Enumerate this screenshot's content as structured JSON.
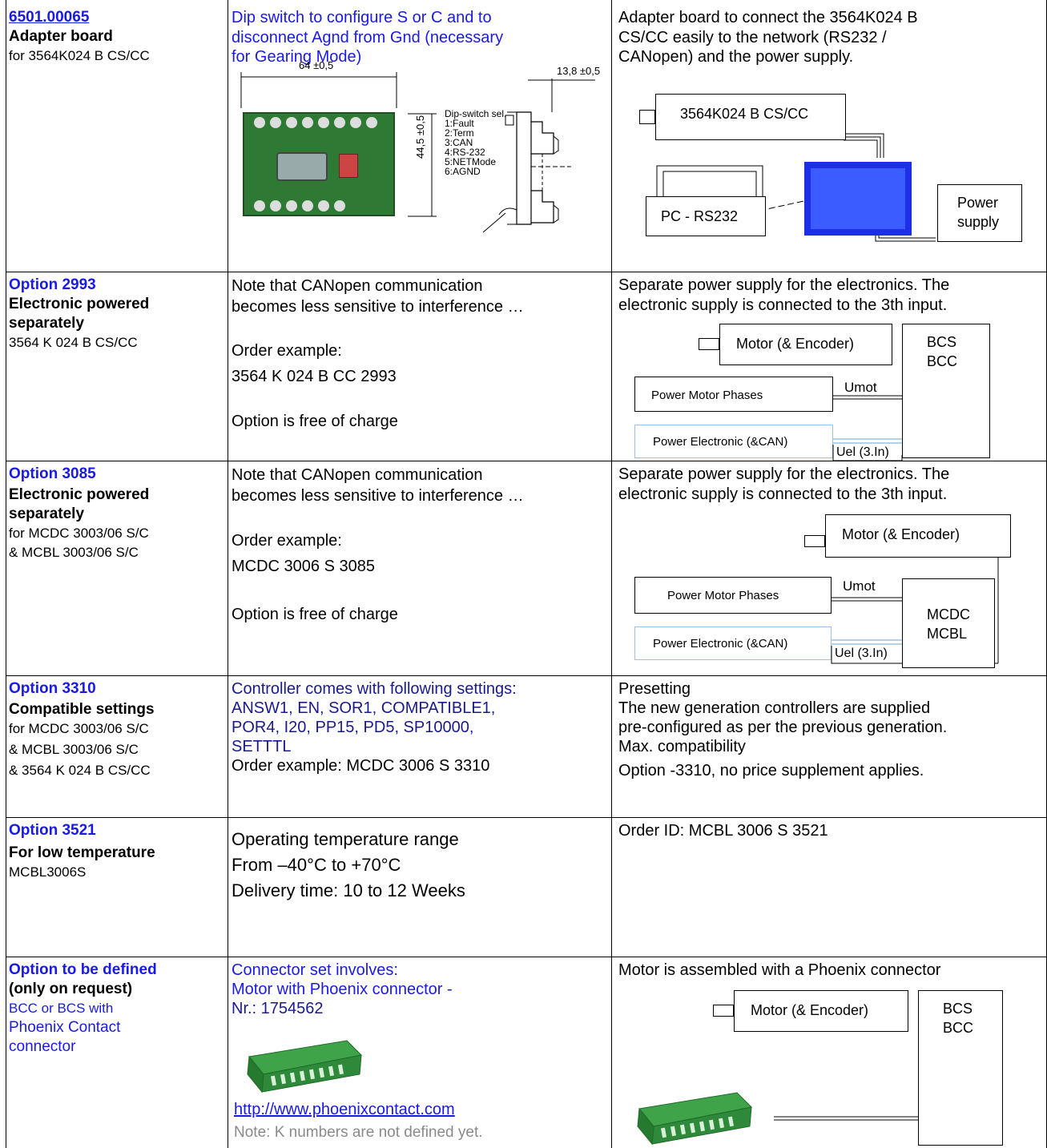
{
  "rows": [
    {
      "id": "6501.00065",
      "title": "Adapter board",
      "subtitle_lines": [
        "for 3564K024 B CS/CC"
      ],
      "middle_lines": [
        "Dip switch to configure S or C and to",
        "disconnect Agnd from Gnd (necessary",
        "for Gearing Mode)"
      ],
      "drawing": {
        "dim_width": "64 ±0,5",
        "dim_depth": "13,8 ±0,5",
        "dim_height": "44,5 ±0,5",
        "dip_lines": [
          "Dip-switch sel.",
          "1:Fault",
          "2:Term",
          "3:CAN",
          "4:RS-232",
          "5:NETMode",
          "6:AGND"
        ]
      },
      "right_lines": [
        "Adapter board to connect the 3564K024 B",
        "CS/CC easily to the network (RS232 /",
        "CANopen) and the power supply."
      ],
      "diagram": {
        "device": "3564K024 B CS/CC",
        "pc": "PC -  RS232",
        "power": [
          "Power",
          "supply"
        ],
        "board_color": "#1c2ee6"
      }
    },
    {
      "id": "Option 2993",
      "title_lines": [
        "Electronic powered",
        "separately"
      ],
      "subtitle_lines": [
        "3564 K 024 B CS/CC"
      ],
      "middle_lines": [
        "Note that CANopen communication",
        "becomes less sensitive to interference …",
        "",
        "Order example:",
        "3564 K 024 B CC 2993",
        "",
        "Option is free of charge"
      ],
      "right_lines": [
        "Separate power supply for the electronics. The",
        "electronic supply is connected to the 3th input."
      ],
      "diagram": {
        "motor": "Motor (& Encoder)",
        "controller": [
          "BCS",
          "BCC"
        ],
        "phases": "Power Motor Phases",
        "electronic": "Power Electronic (&CAN)",
        "umot": "Umot",
        "uel": "Uel (3.In)"
      }
    },
    {
      "id": "Option 3085",
      "title_lines": [
        "Electronic powered",
        "separately"
      ],
      "subtitle_lines": [
        "for MCDC 3003/06 S/C",
        "& MCBL 3003/06 S/C"
      ],
      "middle_lines": [
        "Note that CANopen communication",
        "becomes less sensitive to interference …",
        "",
        "Order example:",
        "MCDC 3006 S 3085",
        "",
        "Option is free of charge"
      ],
      "right_lines": [
        "Separate power supply for the electronics. The",
        "electronic supply is connected to the 3th input."
      ],
      "diagram": {
        "motor": "Motor (& Encoder)",
        "controller": [
          "MCDC",
          "MCBL"
        ],
        "phases": "Power Motor Phases",
        "electronic": "Power Electronic (&CAN)",
        "umot": "Umot",
        "uel": "Uel (3.In)"
      }
    },
    {
      "id": "Option 3310",
      "title": "Compatible settings",
      "subtitle_lines": [
        "for MCDC 3003/06 S/C",
        "& MCBL 3003/06 S/C",
        "& 3564 K 024 B CS/CC"
      ],
      "middle_lines": [
        "Controller comes with following settings:",
        "ANSW1, EN, SOR1, COMPATIBLE1,",
        "POR4, I20, PP15, PD5, SP10000,",
        "SETTTL",
        "Order example: MCDC 3006 S 3310"
      ],
      "right_lines": [
        "Presetting",
        "The new generation controllers are supplied",
        "pre-configured as per the previous generation.",
        "Max. compatibility",
        "Option -3310, no price supplement applies."
      ]
    },
    {
      "id": "Option 3521",
      "title": "For low temperature",
      "subtitle_lines": [
        "MCBL3006S"
      ],
      "middle_lines": [
        "Operating temperature range",
        "From –40°C to +70°C",
        "Delivery time: 10 to 12 Weeks"
      ],
      "right_lines": [
        "Order ID: MCBL 3006 S 3521"
      ]
    },
    {
      "id": "Option to be defined",
      "title": "(only on request)",
      "subtitle_lines": [
        "BCC or BCS with",
        "Phoenix Contact",
        "connector"
      ],
      "middle_lines": [
        "Connector set involves:",
        "Motor with Phoenix connector -",
        "Nr.: 1754562"
      ],
      "link": "http://www.phoenixcontact.com",
      "note": "Note: K numbers are not defined yet.",
      "right_lines": [
        "Motor is assembled with a Phoenix connector"
      ],
      "diagram": {
        "motor": "Motor (& Encoder)",
        "controller": [
          "BCS",
          "BCC"
        ]
      }
    }
  ]
}
